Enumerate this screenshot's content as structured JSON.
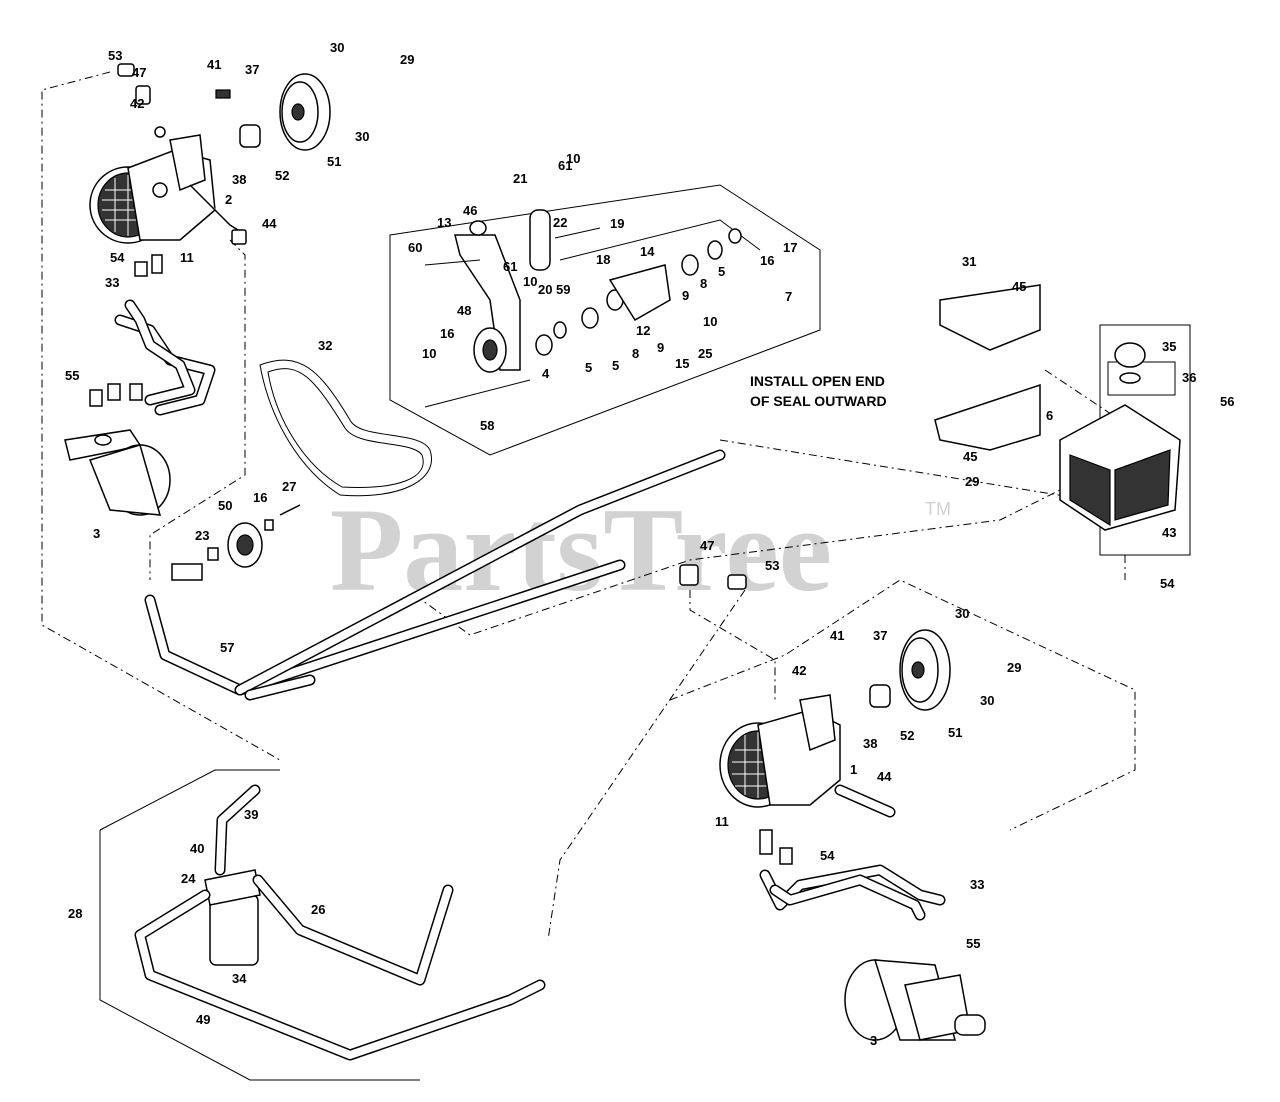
{
  "watermark": {
    "text": "PartsTree",
    "tm": "TM"
  },
  "notes": [
    {
      "id": "install-note-1",
      "text": "INSTALL OPEN END"
    },
    {
      "id": "install-note-2",
      "text": "OF SEAL OUTWARD"
    }
  ],
  "callouts": [
    "53",
    "47",
    "42",
    "41",
    "37",
    "30",
    "29",
    "30",
    "51",
    "52",
    "38",
    "2",
    "44",
    "54",
    "11",
    "33",
    "55",
    "3",
    "32",
    "60",
    "13",
    "46",
    "21",
    "61",
    "10",
    "22",
    "19",
    "61",
    "10",
    "20",
    "59",
    "18",
    "14",
    "9",
    "8",
    "5",
    "17",
    "16",
    "12",
    "9",
    "8",
    "5",
    "7",
    "48",
    "16",
    "10",
    "4",
    "5",
    "15",
    "25",
    "10",
    "58",
    "50",
    "16",
    "27",
    "23",
    "31",
    "45",
    "35",
    "36",
    "56",
    "6",
    "45",
    "29",
    "43",
    "54",
    "47",
    "53",
    "41",
    "37",
    "30",
    "29",
    "42",
    "30",
    "52",
    "51",
    "38",
    "1",
    "44",
    "11",
    "54",
    "33",
    "55",
    "3",
    "57",
    "39",
    "40",
    "24",
    "26",
    "28",
    "34",
    "49"
  ],
  "colors": {
    "line": "#000000",
    "background": "#ffffff",
    "watermark": "#d2d2d2"
  }
}
